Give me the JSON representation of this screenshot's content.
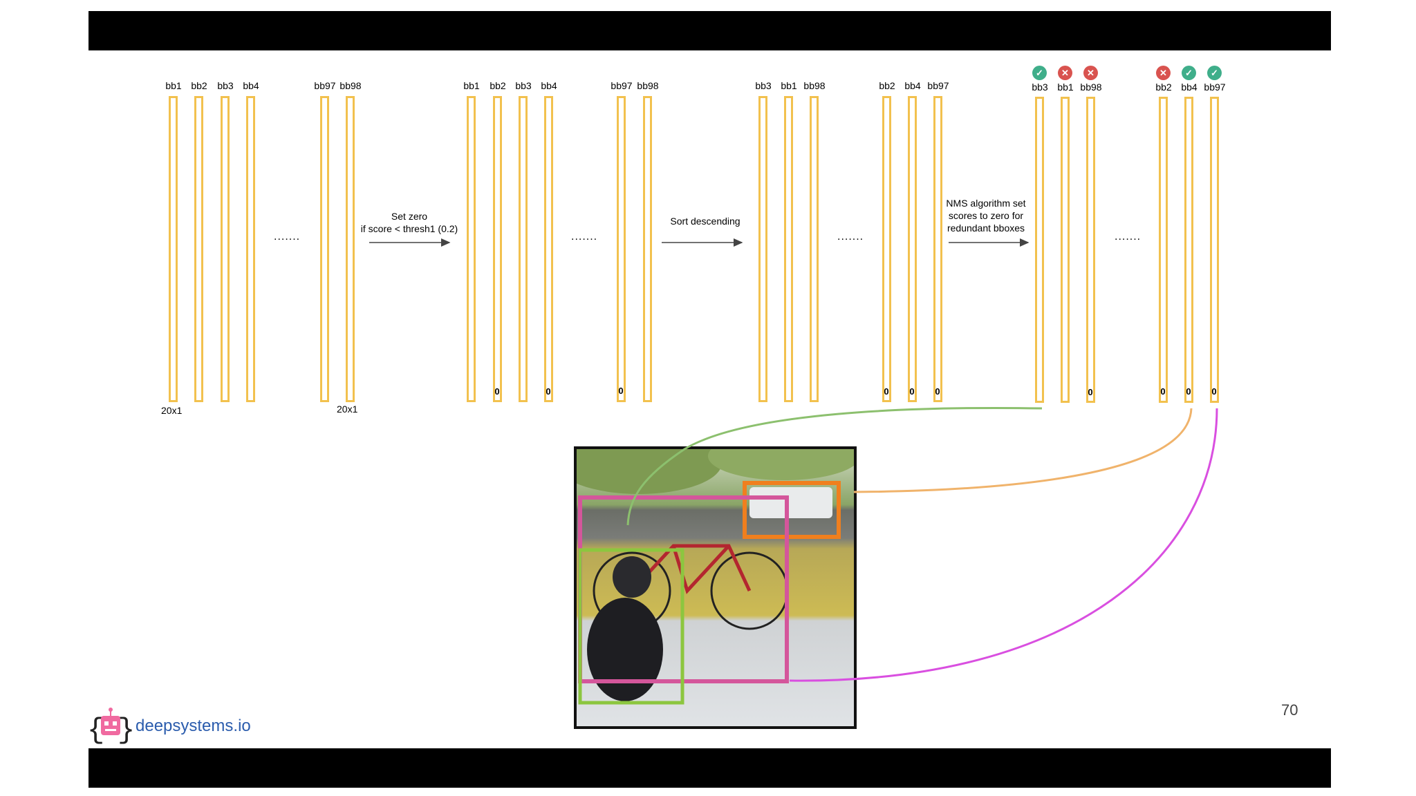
{
  "columns": {
    "group1": {
      "labels": [
        "bb1",
        "bb2",
        "bb3",
        "bb4",
        "bb97",
        "bb98"
      ],
      "dims_left": "20x1",
      "dims_right": "20x1"
    },
    "group2": {
      "labels": [
        "bb1",
        "bb2",
        "bb3",
        "bb4",
        "bb97",
        "bb98"
      ]
    },
    "group3": {
      "labels": [
        "bb3",
        "bb1",
        "bb98",
        "bb2",
        "bb4",
        "bb97"
      ]
    },
    "group4": {
      "labels": [
        "bb3",
        "bb1",
        "bb98",
        "bb2",
        "bb4",
        "bb97"
      ]
    }
  },
  "zero_value": "0",
  "ellipsis": ".......",
  "steps": {
    "step1_line1": "Set zero",
    "step1_line2": "if score < thresh1 (0.2)",
    "step2": "Sort descending",
    "step3_line1": "NMS algorithm set",
    "step3_line2": "scores to zero for",
    "step3_line3": "redundant bboxes"
  },
  "icons": {
    "ok": "check-icon",
    "no": "cross-icon"
  },
  "colors": {
    "column_border": "#f2c14e",
    "ok_badge": "#3fae8a",
    "no_badge": "#d9534f",
    "green_link": "#8cc06e",
    "orange_link": "#f0b36b",
    "magenta_link": "#d94fe0"
  },
  "brand": "deepsystems.io",
  "page_number": "70"
}
